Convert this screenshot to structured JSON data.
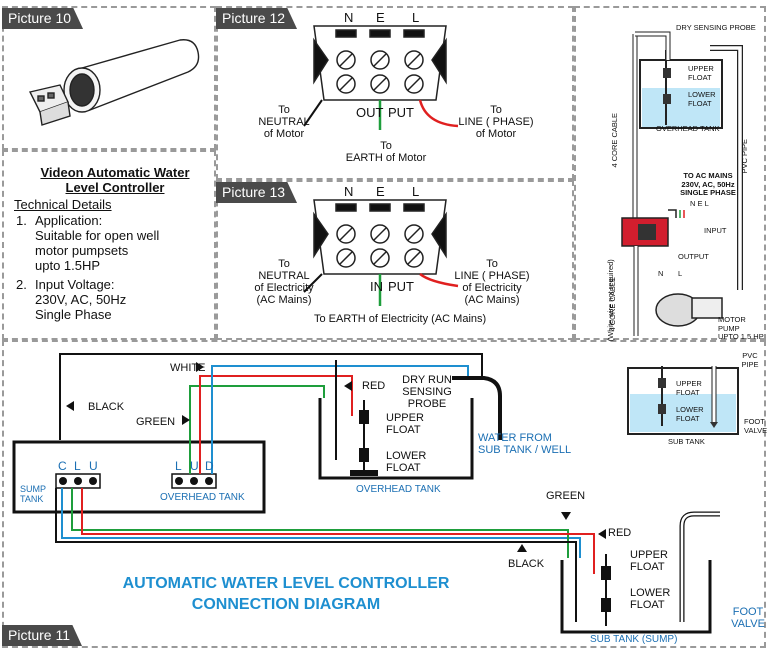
{
  "panels": {
    "picture10": "Picture 10",
    "picture11": "Picture 11",
    "picture12": "Picture 12",
    "picture13": "Picture 13"
  },
  "details": {
    "title_line1": "Videon Automatic Water",
    "title_line2": "Level Controller",
    "tech_heading": "Technical Details",
    "item1_num": "1.",
    "item1_lines": [
      "Application:",
      "Suitable for open well",
      "motor pumpsets",
      "upto 1.5HP"
    ],
    "item2_num": "2.",
    "item2_lines": [
      "Input Voltage:",
      "230V, AC, 50Hz",
      "Single Phase"
    ]
  },
  "picture12": {
    "terminals": [
      "N",
      "E",
      "L"
    ],
    "out_label": "OUT",
    "put_label": "PUT",
    "neutral_text": [
      "To",
      "NEUTRAL",
      "of Motor"
    ],
    "earth_text": [
      "To",
      "EARTH of Motor"
    ],
    "line_text": [
      "To",
      "LINE ( PHASE)",
      "of Motor"
    ]
  },
  "picture13": {
    "terminals": [
      "N",
      "E",
      "L"
    ],
    "in_label": "IN",
    "put_label": "PUT",
    "neutral_text": [
      "To",
      "NEUTRAL",
      "of Electricity",
      "(AC Mains)"
    ],
    "earth_text": "To EARTH of Electricity (AC Mains)",
    "line_text": [
      "To",
      "LINE ( PHASE)",
      "of Electricity",
      "(AC Mains)"
    ]
  },
  "overview": {
    "dry_sensing_probe": "DRY SENSING PROBE",
    "upper_float": [
      "UPPER",
      "FLOAT"
    ],
    "lower_float": [
      "LOWER",
      "FLOAT"
    ],
    "overhead_tank": "OVERHEAD TANK",
    "four_core_cable": "4 CORE CABLE",
    "pvc_pipe": "PVC PIPE",
    "to_ac_mains": [
      "TO AC MAINS",
      "230V, AC, 50Hz",
      "SINGLE PHASE"
    ],
    "nel": "N E L",
    "input": "INPUT",
    "output": "OUTPUT",
    "n_label": "N",
    "l_label": "L",
    "four_core_cable_2": "4 CORE CABLE",
    "white_wire_note": "(White wire not required)",
    "motor_pump": [
      "MOTOR PUMP",
      "UPTO 1.5 HP"
    ],
    "pvc_pipe_2": [
      "PVC",
      "PIPE"
    ],
    "sub_tank": "SUB TANK",
    "foot_valve": [
      "FOOT",
      "VALVE"
    ]
  },
  "wiring": {
    "white": "WHITE",
    "black": "BLACK",
    "green": "GREEN",
    "red": "RED",
    "dry_run_probe": [
      "DRY RUN",
      "SENSING",
      "PROBE"
    ],
    "upper_float": [
      "UPPER",
      "FLOAT"
    ],
    "lower_float": [
      "LOWER",
      "FLOAT"
    ],
    "water_from": [
      "WATER FROM",
      "SUB TANK / WELL"
    ],
    "overhead_tank": "OVERHEAD TANK",
    "left_terminals": [
      "C",
      "L",
      "U"
    ],
    "right_terminals": [
      "L",
      "U",
      "D"
    ],
    "sump_tank": [
      "SUMP",
      "TANK"
    ],
    "overhead_tank_term": "OVERHEAD TANK",
    "green2": "GREEN",
    "red2": "RED",
    "black2": "BLACK",
    "upper_float2": [
      "UPPER",
      "FLOAT"
    ],
    "lower_float2": [
      "LOWER",
      "FLOAT"
    ],
    "foot_valve": [
      "FOOT",
      "VALVE"
    ],
    "sub_tank_sump": "SUB TANK (SUMP)",
    "title_line1": "AUTOMATIC WATER LEVEL CONTROLLER",
    "title_line2": "CONNECTION DIAGRAM"
  },
  "colors": {
    "red": "#e02020",
    "green": "#1e9e3c",
    "blue": "#1e8fd0",
    "water": "#bfe6f7",
    "controller": "#d21e2e"
  }
}
